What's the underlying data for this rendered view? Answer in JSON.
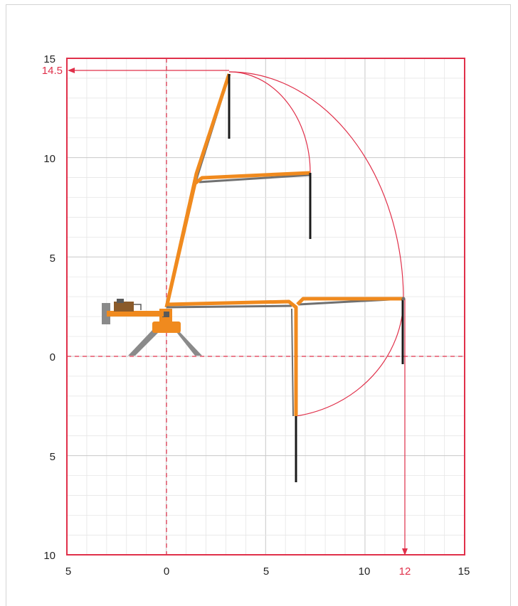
{
  "diagram": {
    "y_ticks": [
      "15",
      "10",
      "5",
      "0",
      "5",
      "10"
    ],
    "x_ticks": [
      "5",
      "0",
      "5",
      "10",
      "15"
    ],
    "max_height_label": "14.5",
    "max_reach_label": "12",
    "colors": {
      "frame": "#e0304a",
      "envelope": "#e0304a",
      "boom": "#f08a1e",
      "hydraulic": "#707070",
      "hose": "#1a1a1a",
      "grid_major": "#c8c8c8",
      "grid_minor": "#e6e6e6"
    }
  }
}
